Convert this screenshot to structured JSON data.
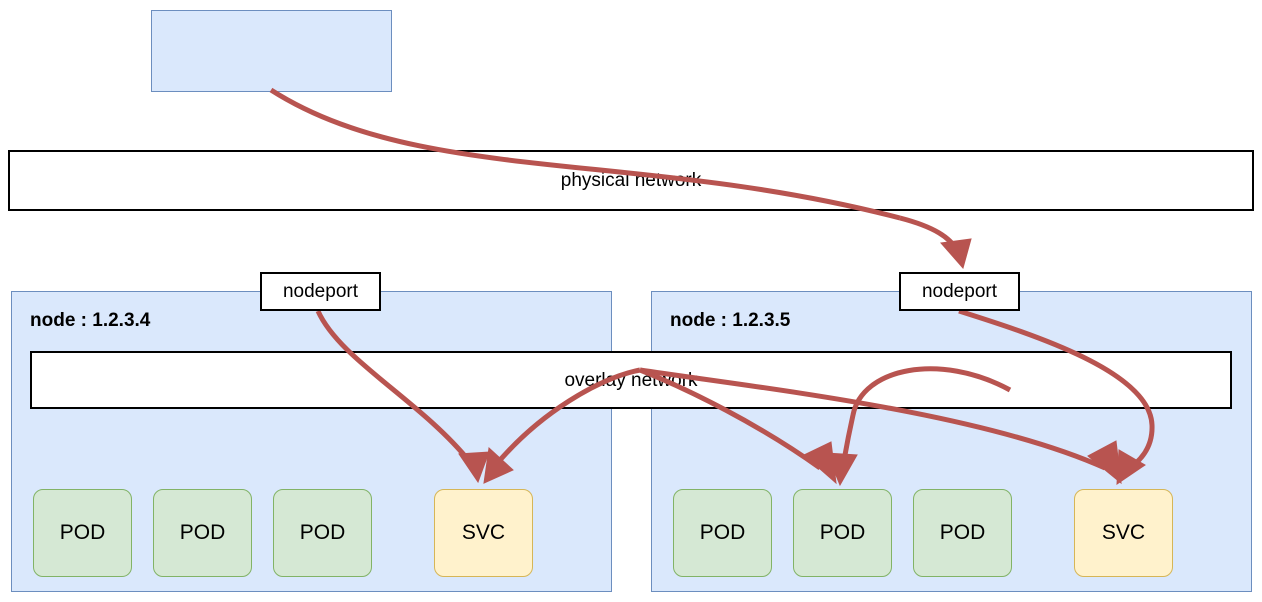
{
  "diagram": {
    "title": "Kubernetes nodeport over physical and overlay networks",
    "colors": {
      "node_fill": "#dae8fc",
      "node_stroke": "#6c8ebf",
      "pod_fill": "#d5e8d4",
      "pod_stroke": "#82b366",
      "svc_fill": "#fff2cc",
      "svc_stroke": "#d6b656",
      "network_fill": "#ffffff",
      "network_stroke": "#000000",
      "arrow": "#b85450",
      "background": "#ffffff"
    }
  },
  "client": {
    "label": ""
  },
  "networks": {
    "physical": {
      "label": "physical network"
    },
    "overlay": {
      "label": "overlay network"
    }
  },
  "nodeports": [
    {
      "label": "nodeport",
      "node": "1.2.3.4"
    },
    {
      "label": "nodeport",
      "node": "1.2.3.5"
    }
  ],
  "nodes": [
    {
      "title": "node : 1.2.3.4",
      "units": [
        {
          "label": "POD",
          "kind": "pod"
        },
        {
          "label": "POD",
          "kind": "pod"
        },
        {
          "label": "POD",
          "kind": "pod"
        },
        {
          "label": "SVC",
          "kind": "svc"
        }
      ]
    },
    {
      "title": "node : 1.2.3.5",
      "units": [
        {
          "label": "POD",
          "kind": "pod"
        },
        {
          "label": "POD",
          "kind": "pod"
        },
        {
          "label": "POD",
          "kind": "pod"
        },
        {
          "label": "SVC",
          "kind": "svc"
        }
      ]
    }
  ],
  "flows": [
    {
      "name": "client-to-nodeport-right",
      "from": "client",
      "to": "nodeport-1.2.3.5"
    },
    {
      "name": "nodeport-left-to-svc-left",
      "from": "nodeport-1.2.3.4",
      "to": "svc-1.2.3.4"
    },
    {
      "name": "nodeport-right-to-svc-right",
      "from": "nodeport-1.2.3.5",
      "to": "svc-1.2.3.5"
    },
    {
      "name": "overlay-to-svc-left",
      "from": "overlay-network",
      "to": "svc-1.2.3.4"
    },
    {
      "name": "overlay-to-svc-right",
      "from": "overlay-network",
      "to": "svc-1.2.3.5"
    },
    {
      "name": "overlay-to-pod-right-2",
      "from": "overlay-network",
      "to": "pod-1.2.3.5-2"
    },
    {
      "name": "svc-right-loop-to-pod-right-2",
      "from": "svc-1.2.3.5",
      "to": "pod-1.2.3.5-2"
    }
  ]
}
